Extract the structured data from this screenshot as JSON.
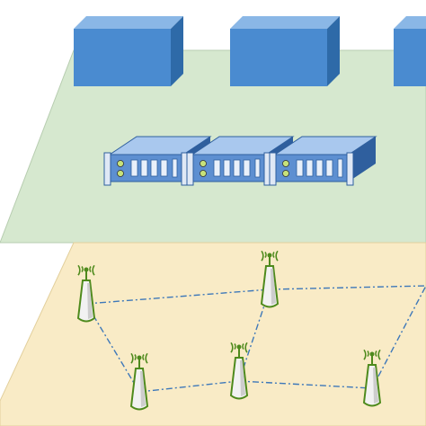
{
  "colors": {
    "background": "#ffffff",
    "upper_plane": "#d6e8cf",
    "upper_plane_edge": "#b7cdb0",
    "lower_plane": "#f9ebc6",
    "lower_plane_edge": "#e2cf9c",
    "cube_front": "#4a8bd0",
    "cube_top": "#8ab7e6",
    "cube_side": "#2e6aa8",
    "server_body": "#5d8fd1",
    "server_dark": "#2f5f9e",
    "server_light": "#a9c8ee",
    "link_line": "#3e78b9",
    "antenna_outline": "#4e8a1c",
    "antenna_body": "#f2f2f2",
    "antenna_shade": "#bdbdbd"
  },
  "layers": {
    "cloud_servers": [
      "cube-1",
      "cube-2",
      "cube-3"
    ],
    "edge_servers": [
      "server-1",
      "server-2",
      "server-3"
    ],
    "base_stations": [
      "bs-1",
      "bs-2",
      "bs-3",
      "bs-4",
      "bs-5",
      "bs-6"
    ]
  },
  "icons": {
    "cloud_server": "cube-icon",
    "edge_server": "rack-server-icon",
    "base_station": "cell-tower-icon"
  },
  "links_style": "dash-dot"
}
